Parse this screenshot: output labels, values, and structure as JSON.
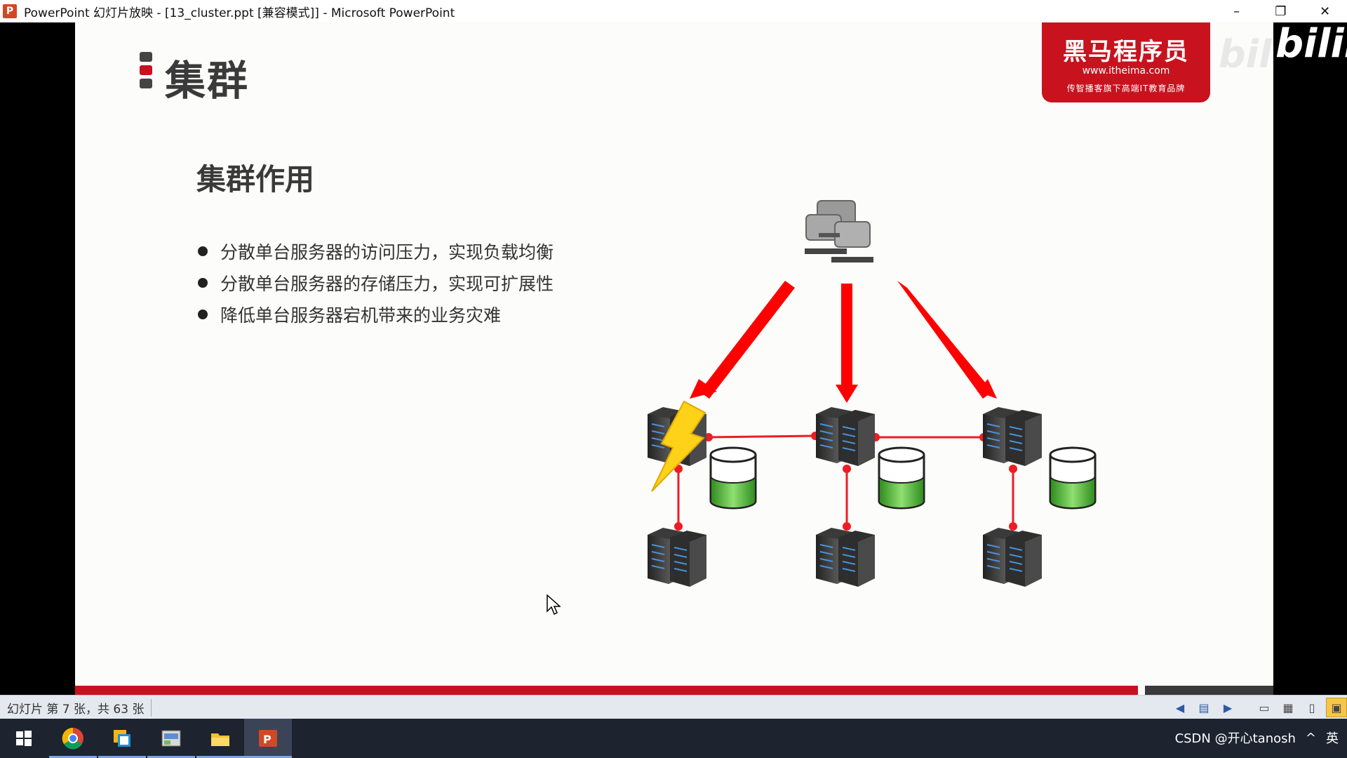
{
  "window": {
    "title": "PowerPoint 幻灯片放映 - [13_cluster.ppt [兼容模式]] - Microsoft PowerPoint",
    "icon_letter": "P",
    "minimize": "–",
    "restore": "❐",
    "close": "✕"
  },
  "slide": {
    "heading": "集群",
    "subheading": "集群作用",
    "bullets": [
      "分散单台服务器的访问压力，实现负载均衡",
      "分散单台服务器的存储压力，实现可扩展性",
      "降低单台服务器宕机带来的业务灾难"
    ],
    "logo": {
      "line1": "黑马程序员",
      "line2": "www.itheima.com",
      "line3": "传智播客旗下高端IT教育品牌"
    },
    "watermark": "bilibili",
    "accent_color": "#c8121e"
  },
  "statusbar": {
    "slide_info": "幻灯片 第 7 张，共 63 张"
  },
  "taskbar": {
    "tray_text": "CSDN @开心tanosh",
    "ime": "英",
    "tray_arrow": "^",
    "apps": [
      "start-icon",
      "chrome-icon",
      "vmware-icon",
      "control-panel-icon",
      "file-explorer-icon",
      "powerpoint-icon"
    ]
  }
}
